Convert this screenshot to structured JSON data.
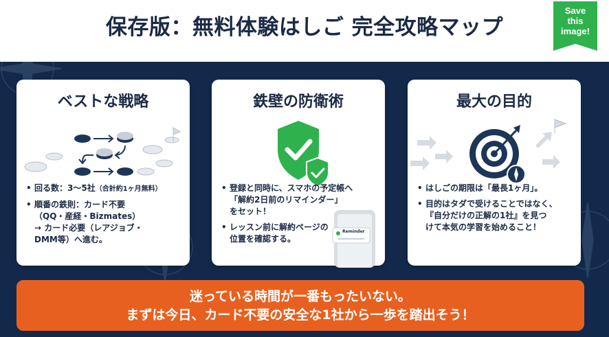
{
  "header": {
    "title": "保存版：無料体験はしご 完全攻略マップ",
    "save_badge": [
      "Save",
      "this",
      "image!"
    ]
  },
  "cards": [
    {
      "title": "ベストな戦略",
      "bullets": [
        {
          "text": "回る数：3〜5社",
          "note": "（合計約1ヶ月無料）"
        },
        {
          "text": "順番の鉄則：カード不要",
          "lines": [
            "（QQ・産経・Bizmates）",
            "→ カード必要（レアジョブ・",
            "DMM等）へ進む。"
          ]
        }
      ]
    },
    {
      "title": "鉄壁の防衛術",
      "bullets": [
        {
          "lines": [
            "登録と同時に、スマホの予定帳へ",
            "「解約2日前のリマインダー」",
            "をセット！"
          ]
        },
        {
          "lines": [
            "レッスン前に解約ページの",
            "位置を確認する。"
          ]
        }
      ],
      "phone_label": "Reminder"
    },
    {
      "title": "最大の目的",
      "bullets": [
        {
          "lines": [
            "はしごの期限は「最長1ヶ月」。"
          ]
        },
        {
          "lines": [
            "目的はタダで受けることではなく、",
            "『自分だけの正解の1社』を見つ",
            "けて本気の学習を始めること！"
          ]
        }
      ]
    }
  ],
  "banner": {
    "line1": "迷っている時間が一番もったいない。",
    "line2": "まずは今日、カード不要の安全な1社から一歩を踏出そう！"
  },
  "colors": {
    "navy": "#13294b",
    "orange": "#e8601f",
    "green": "#2fb24d"
  }
}
